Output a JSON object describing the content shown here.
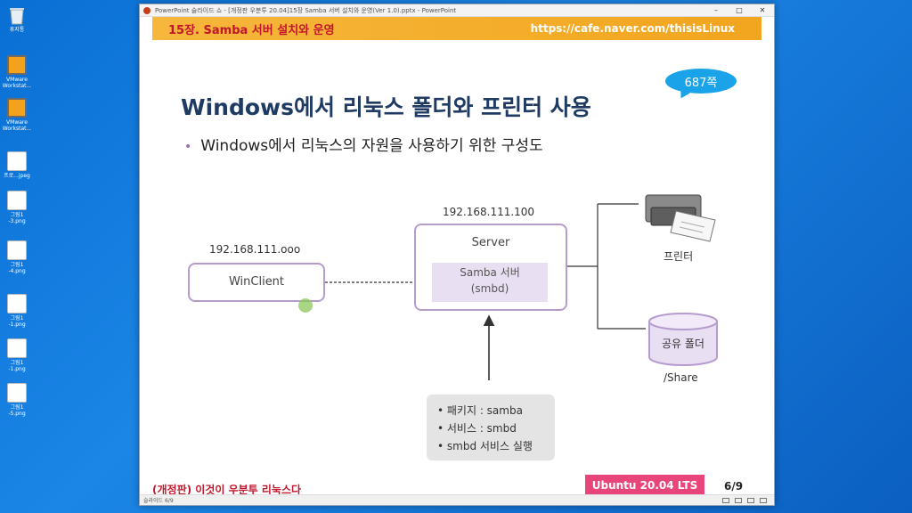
{
  "desktop": {
    "icons": [
      {
        "label": "휴지통",
        "glyph": "recycle-bin-icon"
      },
      {
        "label": "VMware Workstat...",
        "glyph": "vmware-icon"
      },
      {
        "label": "VMware Workstat...",
        "glyph": "vmware-icon"
      },
      {
        "label": "프로...jpeg",
        "glyph": "image-file-icon"
      },
      {
        "label": "그림1 -3.png",
        "glyph": "image-file-icon"
      },
      {
        "label": "그림1 -4.png",
        "glyph": "image-file-icon"
      },
      {
        "label": "그림1 -1.png",
        "glyph": "image-file-icon"
      },
      {
        "label": "그림1 -1.png",
        "glyph": "image-file-icon"
      },
      {
        "label": "그림1 -5.png",
        "glyph": "image-file-icon"
      }
    ]
  },
  "window": {
    "title": "PowerPoint 슬라이드 쇼 - [개정판 우분투 20.04]15장 Samba 서버 설치와 운영(Ver 1.0).pptx - PowerPoint"
  },
  "slide": {
    "banner_left": "15장. Samba 서버 설치와 운영",
    "banner_right": "https://cafe.naver.com/thisisLinux",
    "page_bubble": "687쪽",
    "title": "Windows에서 리눅스 폴더와 프린터 사용",
    "bullet": "Windows에서 리눅스의 자원을 사용하기 위한 구성도",
    "diagram": {
      "client_ip": "192.168.111.ooo",
      "client_label": "WinClient",
      "server_ip": "192.168.111.100",
      "server_label": "Server",
      "samba_line1": "Samba 서버",
      "samba_line2": "(smbd)",
      "printer_label": "프린터",
      "share_folder": "공유 폴더",
      "share_path": "/Share",
      "notes": [
        "• 패키지 : samba",
        "• 서비스 : smbd",
        "• smbd 서비스 실행"
      ]
    },
    "footer_left": "(개정판) 이것이 우분투 리눅스다",
    "footer_badge": "Ubuntu 20.04 LTS",
    "footer_page": "6/9"
  },
  "statusbar": {
    "slide_info": "슬라이드 6/9"
  },
  "colors": {
    "banner": "#f2a51e",
    "banner_text": "#c2172b",
    "title": "#1f3a63",
    "node_border": "#b59ccc",
    "badge": "#e8467a",
    "bubble": "#1aa3e8"
  }
}
